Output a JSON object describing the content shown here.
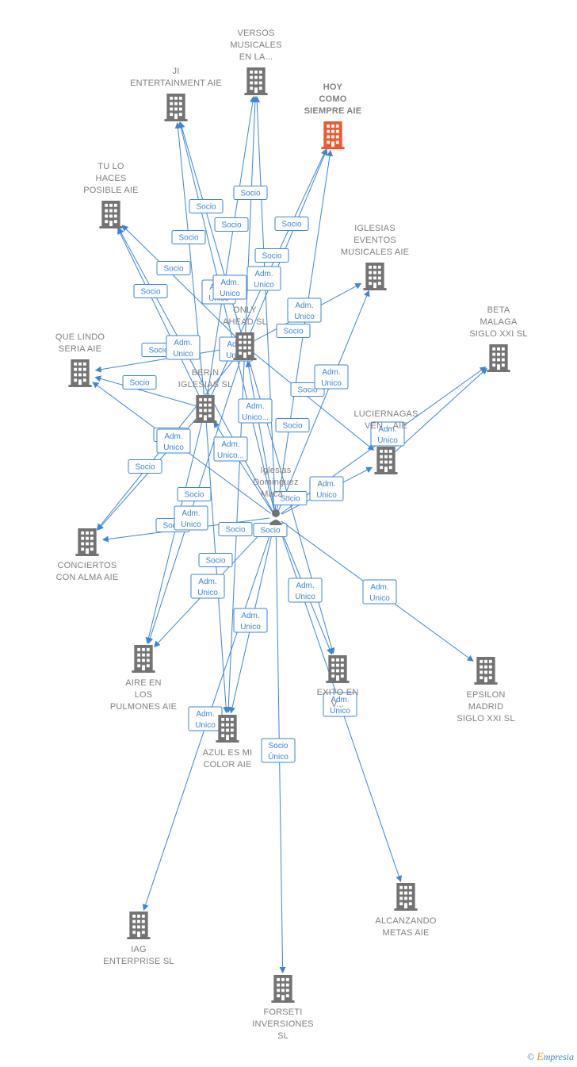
{
  "colors": {
    "edge": "#3a87d8",
    "node": "#737373",
    "highlight": "#f0572a",
    "label": "#808080"
  },
  "center": {
    "id": "person",
    "label": [
      "Iglesias",
      "Dominguez",
      "Maca..."
    ],
    "icon": "person-icon"
  },
  "nodes": [
    {
      "id": "versos",
      "label": [
        "VERSOS",
        "MUSICALES",
        "EN LA..."
      ],
      "icon": "building-icon"
    },
    {
      "id": "ji",
      "label": [
        "JI",
        "ENTERTAINMENT AIE"
      ],
      "icon": "building-icon"
    },
    {
      "id": "hoy",
      "label": [
        "HOY",
        "COMO",
        "SIEMPRE AIE"
      ],
      "icon": "building-icon",
      "highlight": true
    },
    {
      "id": "tulo",
      "label": [
        "TU LO",
        "HACES",
        "POSIBLE AIE"
      ],
      "icon": "building-icon"
    },
    {
      "id": "iglesiasev",
      "label": [
        "IGLESIAS",
        "EVENTOS",
        "MUSICALES AIE"
      ],
      "icon": "building-icon"
    },
    {
      "id": "only",
      "label": [
        "ONLY",
        "AHEAD  SL"
      ],
      "icon": "building-icon"
    },
    {
      "id": "beta",
      "label": [
        "BETA",
        "MALAGA",
        "SIGLO XXI  SL"
      ],
      "icon": "building-icon"
    },
    {
      "id": "quelindo",
      "label": [
        "QUE LINDO",
        "SERIA AIE"
      ],
      "icon": "building-icon"
    },
    {
      "id": "berin",
      "label": [
        "BERIN",
        "IGLESIAS  SL"
      ],
      "icon": "building-icon"
    },
    {
      "id": "luciernagas",
      "label": [
        "LUCIERNAGAS",
        "VEN... AIE"
      ],
      "icon": "building-icon"
    },
    {
      "id": "conciertos",
      "label": [
        "CONCIERTOS",
        "CON ALMA AIE"
      ],
      "icon": "building-icon"
    },
    {
      "id": "aire",
      "label": [
        "AIRE EN",
        "LOS",
        "PULMONES AIE"
      ],
      "icon": "building-icon"
    },
    {
      "id": "exito",
      "label": [
        "EXITO EN",
        "V..."
      ],
      "icon": "building-icon"
    },
    {
      "id": "epsilon",
      "label": [
        "EPSILON",
        "MADRID",
        "SIGLO XXI  SL"
      ],
      "icon": "building-icon"
    },
    {
      "id": "azul",
      "label": [
        "AZUL ES MI",
        "COLOR AIE"
      ],
      "icon": "building-icon"
    },
    {
      "id": "iag",
      "label": [
        "IAG",
        "ENTERPRISE SL"
      ],
      "icon": "building-icon"
    },
    {
      "id": "alcanzando",
      "label": [
        "ALCANZANDO",
        "METAS AIE"
      ],
      "icon": "building-icon"
    },
    {
      "id": "forseti",
      "label": [
        "FORSETI",
        "INVERSIONES",
        "SL"
      ],
      "icon": "building-icon"
    }
  ],
  "edges": [
    {
      "from": "person",
      "to": "versos"
    },
    {
      "from": "person",
      "to": "ji"
    },
    {
      "from": "person",
      "to": "hoy"
    },
    {
      "from": "person",
      "to": "tulo"
    },
    {
      "from": "person",
      "to": "iglesiasev"
    },
    {
      "from": "person",
      "to": "only"
    },
    {
      "from": "person",
      "to": "beta"
    },
    {
      "from": "person",
      "to": "quelindo"
    },
    {
      "from": "person",
      "to": "berin"
    },
    {
      "from": "person",
      "to": "luciernagas"
    },
    {
      "from": "person",
      "to": "conciertos"
    },
    {
      "from": "person",
      "to": "aire"
    },
    {
      "from": "person",
      "to": "exito"
    },
    {
      "from": "person",
      "to": "epsilon"
    },
    {
      "from": "person",
      "to": "azul"
    },
    {
      "from": "person",
      "to": "iag"
    },
    {
      "from": "person",
      "to": "alcanzando"
    },
    {
      "from": "person",
      "to": "forseti"
    },
    {
      "from": "only",
      "to": "ji"
    },
    {
      "from": "only",
      "to": "versos"
    },
    {
      "from": "only",
      "to": "hoy"
    },
    {
      "from": "only",
      "to": "tulo"
    },
    {
      "from": "only",
      "to": "quelindo"
    },
    {
      "from": "only",
      "to": "iglesiasev"
    },
    {
      "from": "only",
      "to": "luciernagas"
    },
    {
      "from": "only",
      "to": "conciertos"
    },
    {
      "from": "only",
      "to": "aire"
    },
    {
      "from": "only",
      "to": "azul"
    },
    {
      "from": "only",
      "to": "exito"
    },
    {
      "from": "berin",
      "to": "ji"
    },
    {
      "from": "berin",
      "to": "tulo"
    },
    {
      "from": "berin",
      "to": "quelindo"
    },
    {
      "from": "berin",
      "to": "conciertos"
    },
    {
      "from": "berin",
      "to": "azul"
    },
    {
      "from": "berin",
      "to": "versos"
    },
    {
      "from": "berin",
      "to": "hoy"
    },
    {
      "from": "berin",
      "to": "aire"
    },
    {
      "from": "luciernagas",
      "to": "beta"
    }
  ],
  "badges": [
    {
      "lines": [
        "Socio"
      ]
    },
    {
      "lines": [
        "Socio"
      ]
    },
    {
      "lines": [
        "Socio"
      ]
    },
    {
      "lines": [
        "Socio"
      ]
    },
    {
      "lines": [
        "Socio"
      ]
    },
    {
      "lines": [
        "Socio"
      ]
    },
    {
      "lines": [
        "Socio"
      ]
    },
    {
      "lines": [
        "Socio"
      ]
    },
    {
      "lines": [
        "Socio"
      ]
    },
    {
      "lines": [
        "Socio"
      ]
    },
    {
      "lines": [
        "Socio"
      ]
    },
    {
      "lines": [
        "Socio"
      ]
    },
    {
      "lines": [
        "Socio"
      ]
    },
    {
      "lines": [
        "Socio"
      ]
    },
    {
      "lines": [
        "Socio"
      ]
    },
    {
      "lines": [
        "Socio"
      ]
    },
    {
      "lines": [
        "Socio"
      ]
    },
    {
      "lines": [
        "Socio"
      ]
    },
    {
      "lines": [
        "Socio"
      ]
    },
    {
      "lines": [
        "Socio"
      ]
    },
    {
      "lines": [
        "Socio"
      ]
    },
    {
      "lines": [
        "Adm.",
        "Unico"
      ]
    },
    {
      "lines": [
        "Adm.",
        "Unico"
      ]
    },
    {
      "lines": [
        "Adm.",
        "Unico"
      ]
    },
    {
      "lines": [
        "Adm.",
        "Unico"
      ]
    },
    {
      "lines": [
        "Adm.",
        "Unico"
      ]
    },
    {
      "lines": [
        "Adm.",
        "Unico"
      ]
    },
    {
      "lines": [
        "Adm.",
        "Unico"
      ]
    },
    {
      "lines": [
        "Adm.",
        "Unico"
      ]
    },
    {
      "lines": [
        "Adm.",
        "Unico"
      ]
    },
    {
      "lines": [
        "Adm.",
        "Unico"
      ]
    },
    {
      "lines": [
        "Adm.",
        "Unico"
      ]
    },
    {
      "lines": [
        "Adm.",
        "Unico"
      ]
    },
    {
      "lines": [
        "Adm.",
        "Unico"
      ]
    },
    {
      "lines": [
        "Adm.",
        "Unico"
      ]
    },
    {
      "lines": [
        "Adm.",
        "Unico"
      ]
    },
    {
      "lines": [
        "Adm.",
        "Unico"
      ]
    },
    {
      "lines": [
        "Adm.",
        "Unico"
      ]
    },
    {
      "lines": [
        "Adm.",
        "Unico..."
      ]
    },
    {
      "lines": [
        "Adm.",
        "Unico..."
      ]
    },
    {
      "lines": [
        "Socio",
        "Único"
      ]
    }
  ],
  "footer": {
    "copyright": "©",
    "brand_e": "E",
    "brand_rest": "mpresia"
  }
}
